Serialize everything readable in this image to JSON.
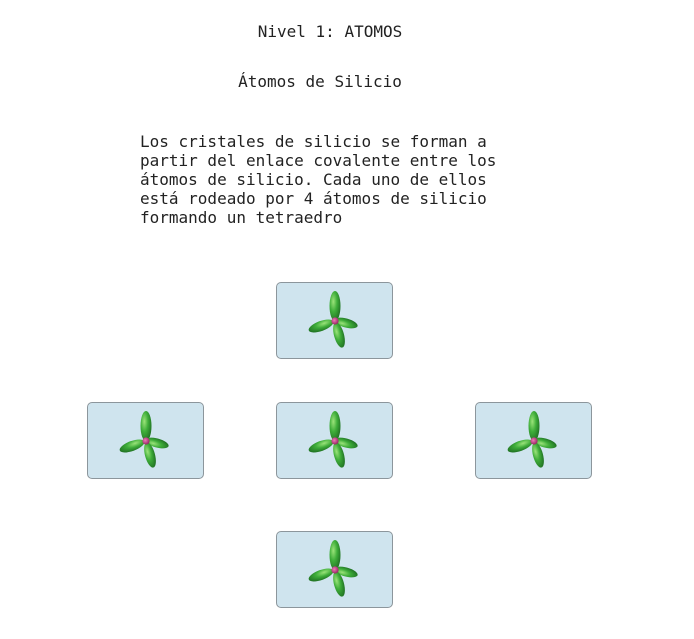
{
  "header": {
    "level_title": "Nivel 1: ATOMOS",
    "section_title": "Átomos de Silicio"
  },
  "description": {
    "lines": [
      "Los cristales de silicio se forman a",
      "partir del enlace covalente entre los",
      "átomos de silicio. Cada uno de ellos",
      "está rodeado por 4 átomos de silicio",
      "formando un tetraedro"
    ]
  },
  "atoms": [
    {
      "slot": "top",
      "icon": "silicon-atom-icon"
    },
    {
      "slot": "left",
      "icon": "silicon-atom-icon"
    },
    {
      "slot": "center",
      "icon": "silicon-atom-icon"
    },
    {
      "slot": "right",
      "icon": "silicon-atom-icon"
    },
    {
      "slot": "bottom",
      "icon": "silicon-atom-icon"
    }
  ],
  "colors": {
    "tile_background": "#cfe4ee",
    "tile_border": "#8c969c",
    "orbital_green": "#3aa83a",
    "nucleus_magenta": "#c0307a"
  }
}
